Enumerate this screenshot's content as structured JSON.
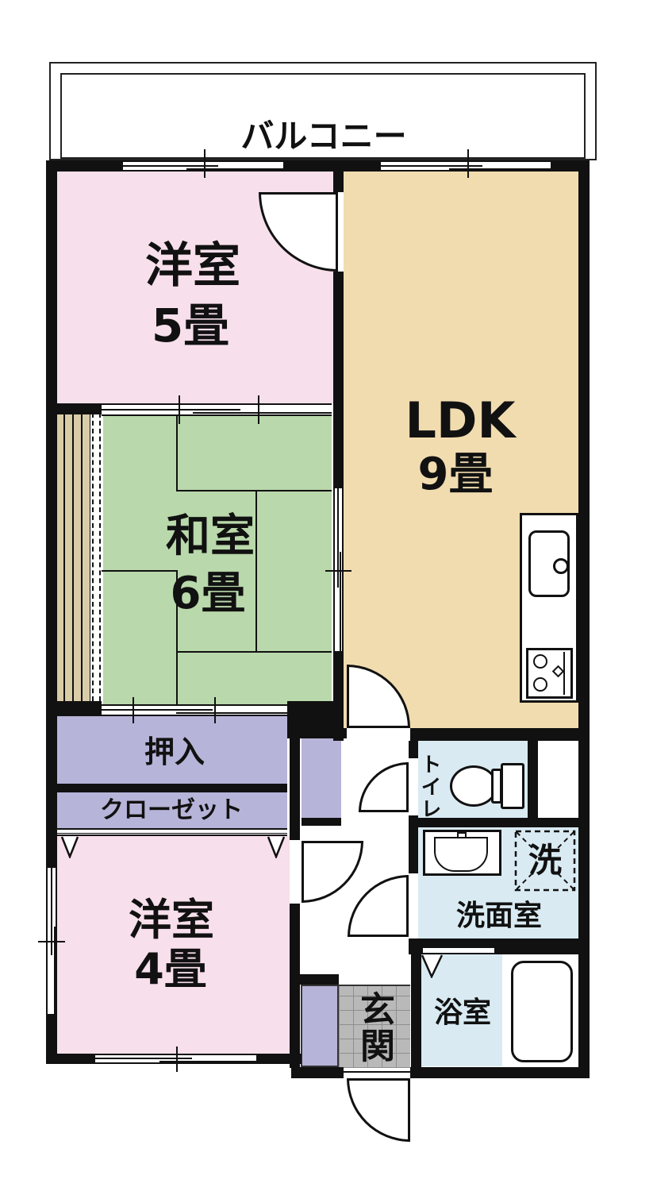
{
  "balcony": {
    "label": "バルコニー"
  },
  "rooms": {
    "western5": {
      "name": "洋室",
      "size": "5畳"
    },
    "japanese6": {
      "name": "和室",
      "size": "6畳"
    },
    "ldk": {
      "name": "LDK",
      "size": "9畳"
    },
    "western4": {
      "name": "洋室",
      "size": "4畳"
    },
    "oshiire": {
      "name": "押入"
    },
    "closet": {
      "name": "クローゼット"
    },
    "toilet": {
      "name": "トイレ"
    },
    "washroom": {
      "name": "洗面室"
    },
    "washer_mark": "洗",
    "bathroom": {
      "name": "浴室"
    },
    "entrance": {
      "name": "玄関"
    }
  },
  "colors": {
    "wall": "#111111",
    "western_room_pink": "#f7dfeb",
    "ldk_beige": "#f1dcb0",
    "tatami_green": "#b9d8ab",
    "engawa_beige": "#d9cca7",
    "closet_purple": "#b7b4d9",
    "wet_area_blue": "#d9eaf2",
    "entrance_tile_gray": "#b9b9b9"
  }
}
